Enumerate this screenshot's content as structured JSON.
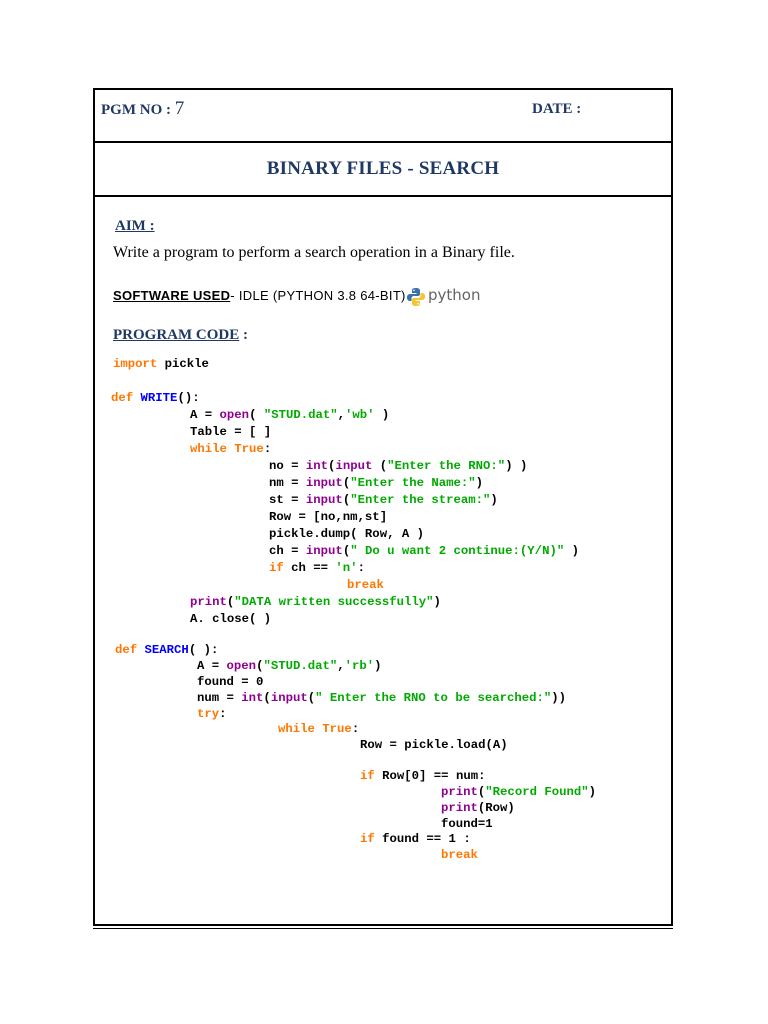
{
  "header": {
    "pgm_label": "PGM NO : ",
    "pgm_number": "7",
    "date_label": "DATE :"
  },
  "title": "BINARY FILES - SEARCH",
  "aim": {
    "heading": "AIM :",
    "text": "Write a program to perform a search operation in a Binary file."
  },
  "software": {
    "label": "SOFTWARE USED",
    "value": "- IDLE (PYTHON 3.8 64-BIT)",
    "logo_word": "python"
  },
  "program_code": {
    "heading": "PROGRAM CODE",
    "suffix": " :"
  },
  "code_lines": [
    [
      {
        "t": "import",
        "c": "k"
      },
      {
        "t": " pickle",
        "c": ""
      }
    ],
    [
      {
        "t": "def",
        "c": "k"
      },
      {
        "t": " ",
        "c": ""
      },
      {
        "t": "WRITE",
        "c": "d"
      },
      {
        "t": "():",
        "c": ""
      }
    ],
    [
      {
        "t": "A = ",
        "c": ""
      },
      {
        "t": "open",
        "c": "f"
      },
      {
        "t": "( ",
        "c": ""
      },
      {
        "t": "\"STUD.dat\"",
        "c": "s"
      },
      {
        "t": ",",
        "c": ""
      },
      {
        "t": "'wb'",
        "c": "s"
      },
      {
        "t": " )",
        "c": ""
      }
    ],
    [
      {
        "t": "Table = [ ]",
        "c": ""
      }
    ],
    [
      {
        "t": "while",
        "c": "k"
      },
      {
        "t": " ",
        "c": ""
      },
      {
        "t": "True",
        "c": "k"
      },
      {
        "t": ":",
        "c": ""
      }
    ],
    [
      {
        "t": "no = ",
        "c": ""
      },
      {
        "t": "int",
        "c": "f"
      },
      {
        "t": "(",
        "c": ""
      },
      {
        "t": "input",
        "c": "f"
      },
      {
        "t": " (",
        "c": ""
      },
      {
        "t": "\"Enter the RNO:\"",
        "c": "s"
      },
      {
        "t": ") )",
        "c": ""
      }
    ],
    [
      {
        "t": "nm = ",
        "c": ""
      },
      {
        "t": "input",
        "c": "f"
      },
      {
        "t": "(",
        "c": ""
      },
      {
        "t": "\"Enter the Name:\"",
        "c": "s"
      },
      {
        "t": ")",
        "c": ""
      }
    ],
    [
      {
        "t": "st = ",
        "c": ""
      },
      {
        "t": "input",
        "c": "f"
      },
      {
        "t": "(",
        "c": ""
      },
      {
        "t": "\"Enter the stream:\"",
        "c": "s"
      },
      {
        "t": ")",
        "c": ""
      }
    ],
    [
      {
        "t": "Row = [no,nm,st]",
        "c": ""
      }
    ],
    [
      {
        "t": "pickle.dump( Row, A )",
        "c": ""
      }
    ],
    [
      {
        "t": "ch = ",
        "c": ""
      },
      {
        "t": "input",
        "c": "f"
      },
      {
        "t": "(",
        "c": ""
      },
      {
        "t": "\" Do u want 2 continue:(Y/N)\"",
        "c": "s"
      },
      {
        "t": " )",
        "c": ""
      }
    ],
    [
      {
        "t": "if",
        "c": "k"
      },
      {
        "t": " ch == ",
        "c": ""
      },
      {
        "t": "'n'",
        "c": "s"
      },
      {
        "t": ":",
        "c": ""
      }
    ],
    [
      {
        "t": "break",
        "c": "k"
      }
    ],
    [
      {
        "t": "print",
        "c": "f"
      },
      {
        "t": "(",
        "c": ""
      },
      {
        "t": "\"DATA written successfully\"",
        "c": "s"
      },
      {
        "t": ")",
        "c": ""
      }
    ],
    [
      {
        "t": "A. close( )",
        "c": ""
      }
    ],
    [
      {
        "t": "def",
        "c": "k"
      },
      {
        "t": " ",
        "c": ""
      },
      {
        "t": "SEARCH",
        "c": "d"
      },
      {
        "t": "( ):",
        "c": ""
      }
    ],
    [
      {
        "t": "A = ",
        "c": ""
      },
      {
        "t": "open",
        "c": "f"
      },
      {
        "t": "(",
        "c": ""
      },
      {
        "t": "\"STUD.dat\"",
        "c": "s"
      },
      {
        "t": ",",
        "c": ""
      },
      {
        "t": "'rb'",
        "c": "s"
      },
      {
        "t": ")",
        "c": ""
      }
    ],
    [
      {
        "t": "found = 0",
        "c": ""
      }
    ],
    [
      {
        "t": "num = ",
        "c": ""
      },
      {
        "t": "int",
        "c": "f"
      },
      {
        "t": "(",
        "c": ""
      },
      {
        "t": "input",
        "c": "f"
      },
      {
        "t": "(",
        "c": ""
      },
      {
        "t": "\" Enter the RNO to be searched:\"",
        "c": "s"
      },
      {
        "t": "))",
        "c": ""
      }
    ],
    [
      {
        "t": "try",
        "c": "k"
      },
      {
        "t": ":",
        "c": ""
      }
    ],
    [
      {
        "t": "while",
        "c": "k"
      },
      {
        "t": " ",
        "c": ""
      },
      {
        "t": "True",
        "c": "k"
      },
      {
        "t": ":",
        "c": ""
      }
    ],
    [
      {
        "t": "Row = pickle.load(A)",
        "c": ""
      }
    ],
    [
      {
        "t": "if",
        "c": "k"
      },
      {
        "t": " Row[0] == num:",
        "c": ""
      }
    ],
    [
      {
        "t": "print",
        "c": "f"
      },
      {
        "t": "(",
        "c": ""
      },
      {
        "t": "\"Record Found\"",
        "c": "s"
      },
      {
        "t": ")",
        "c": ""
      }
    ],
    [
      {
        "t": "print",
        "c": "f"
      },
      {
        "t": "(Row)",
        "c": ""
      }
    ],
    [
      {
        "t": "found=1",
        "c": ""
      }
    ],
    [
      {
        "t": "if",
        "c": "k"
      },
      {
        "t": " found == 1 :",
        "c": ""
      }
    ],
    [
      {
        "t": "break",
        "c": "k"
      }
    ]
  ]
}
